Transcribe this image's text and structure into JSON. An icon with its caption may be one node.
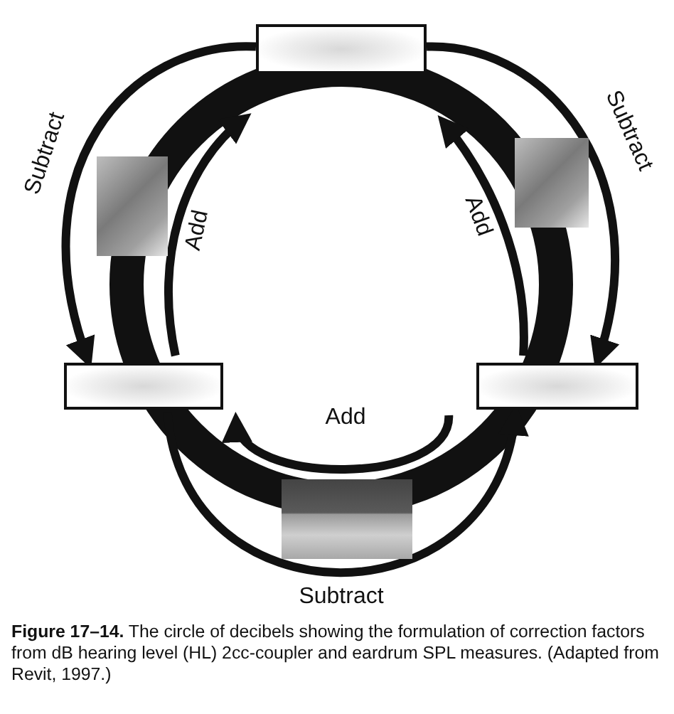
{
  "diagram": {
    "caption": "**Figure 17–14.** The circle of decibels showing the formulation of correction factors from dB hearing level (HL) 2cc-coupler and eardrum SPL measures. (Adapted from Revit, 1997.)",
    "nodes": [
      {
        "text": [],
        "shape": "box"
      },
      {
        "text": [],
        "shape": "box"
      },
      {
        "text": [],
        "shape": "box"
      },
      {
        "text": [],
        "shape": "box"
      },
      {
        "text": [],
        "shape": "box"
      },
      {
        "text": [],
        "shape": "box"
      }
    ],
    "edges": [
      {
        "from": 0,
        "to": 3,
        "arrow": "to",
        "label": "Subtract"
      },
      {
        "from": 0,
        "to": 4,
        "arrow": "to",
        "label": "Subtract"
      },
      {
        "from": 3,
        "to": 4,
        "arrow": "to",
        "label": "Subtract"
      },
      {
        "from": 3,
        "to": 0,
        "arrow": "to",
        "label": "Add"
      },
      {
        "from": 4,
        "to": 0,
        "arrow": "to",
        "label": "Add"
      },
      {
        "from": 4,
        "to": 3,
        "arrow": "to",
        "label": "Add"
      }
    ]
  }
}
